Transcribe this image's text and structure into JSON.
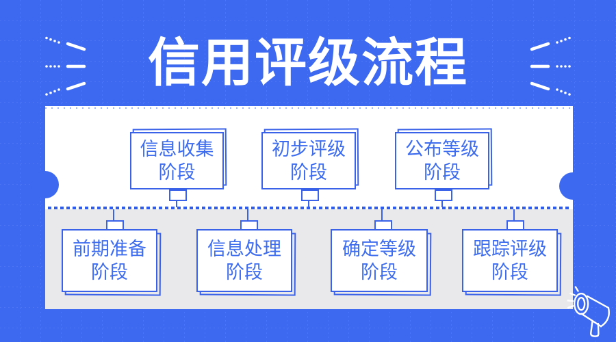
{
  "title": "信用评级流程",
  "stages": [
    {
      "id": "info-collection",
      "row": "top",
      "line1": "信息收集",
      "line2": "阶段"
    },
    {
      "id": "preliminary-rating",
      "row": "top",
      "line1": "初步评级",
      "line2": "阶段"
    },
    {
      "id": "publish-rating",
      "row": "top",
      "line1": "公布等级",
      "line2": "阶段"
    },
    {
      "id": "preparation",
      "row": "bottom",
      "line1": "前期准备",
      "line2": "阶段"
    },
    {
      "id": "info-processing",
      "row": "bottom",
      "line1": "信息处理",
      "line2": "阶段"
    },
    {
      "id": "determine-rating",
      "row": "bottom",
      "line1": "确定等级",
      "line2": "阶段"
    },
    {
      "id": "tracking-rating",
      "row": "bottom",
      "line1": "跟踪评级",
      "line2": "阶段"
    }
  ],
  "icons": {
    "left_decoration": "speed-lines-left-icon",
    "right_decoration": "speed-lines-right-icon",
    "megaphone": "megaphone-icon"
  },
  "colors": {
    "background": "#3C69F0",
    "panel_top": "#FFFFFF",
    "panel_bottom": "#E9E9EB",
    "box_border": "#3A62E8",
    "box_text": "#3E6CEE",
    "timeline_dots": "#2F5CE8",
    "title_text": "#FFFFFF"
  }
}
